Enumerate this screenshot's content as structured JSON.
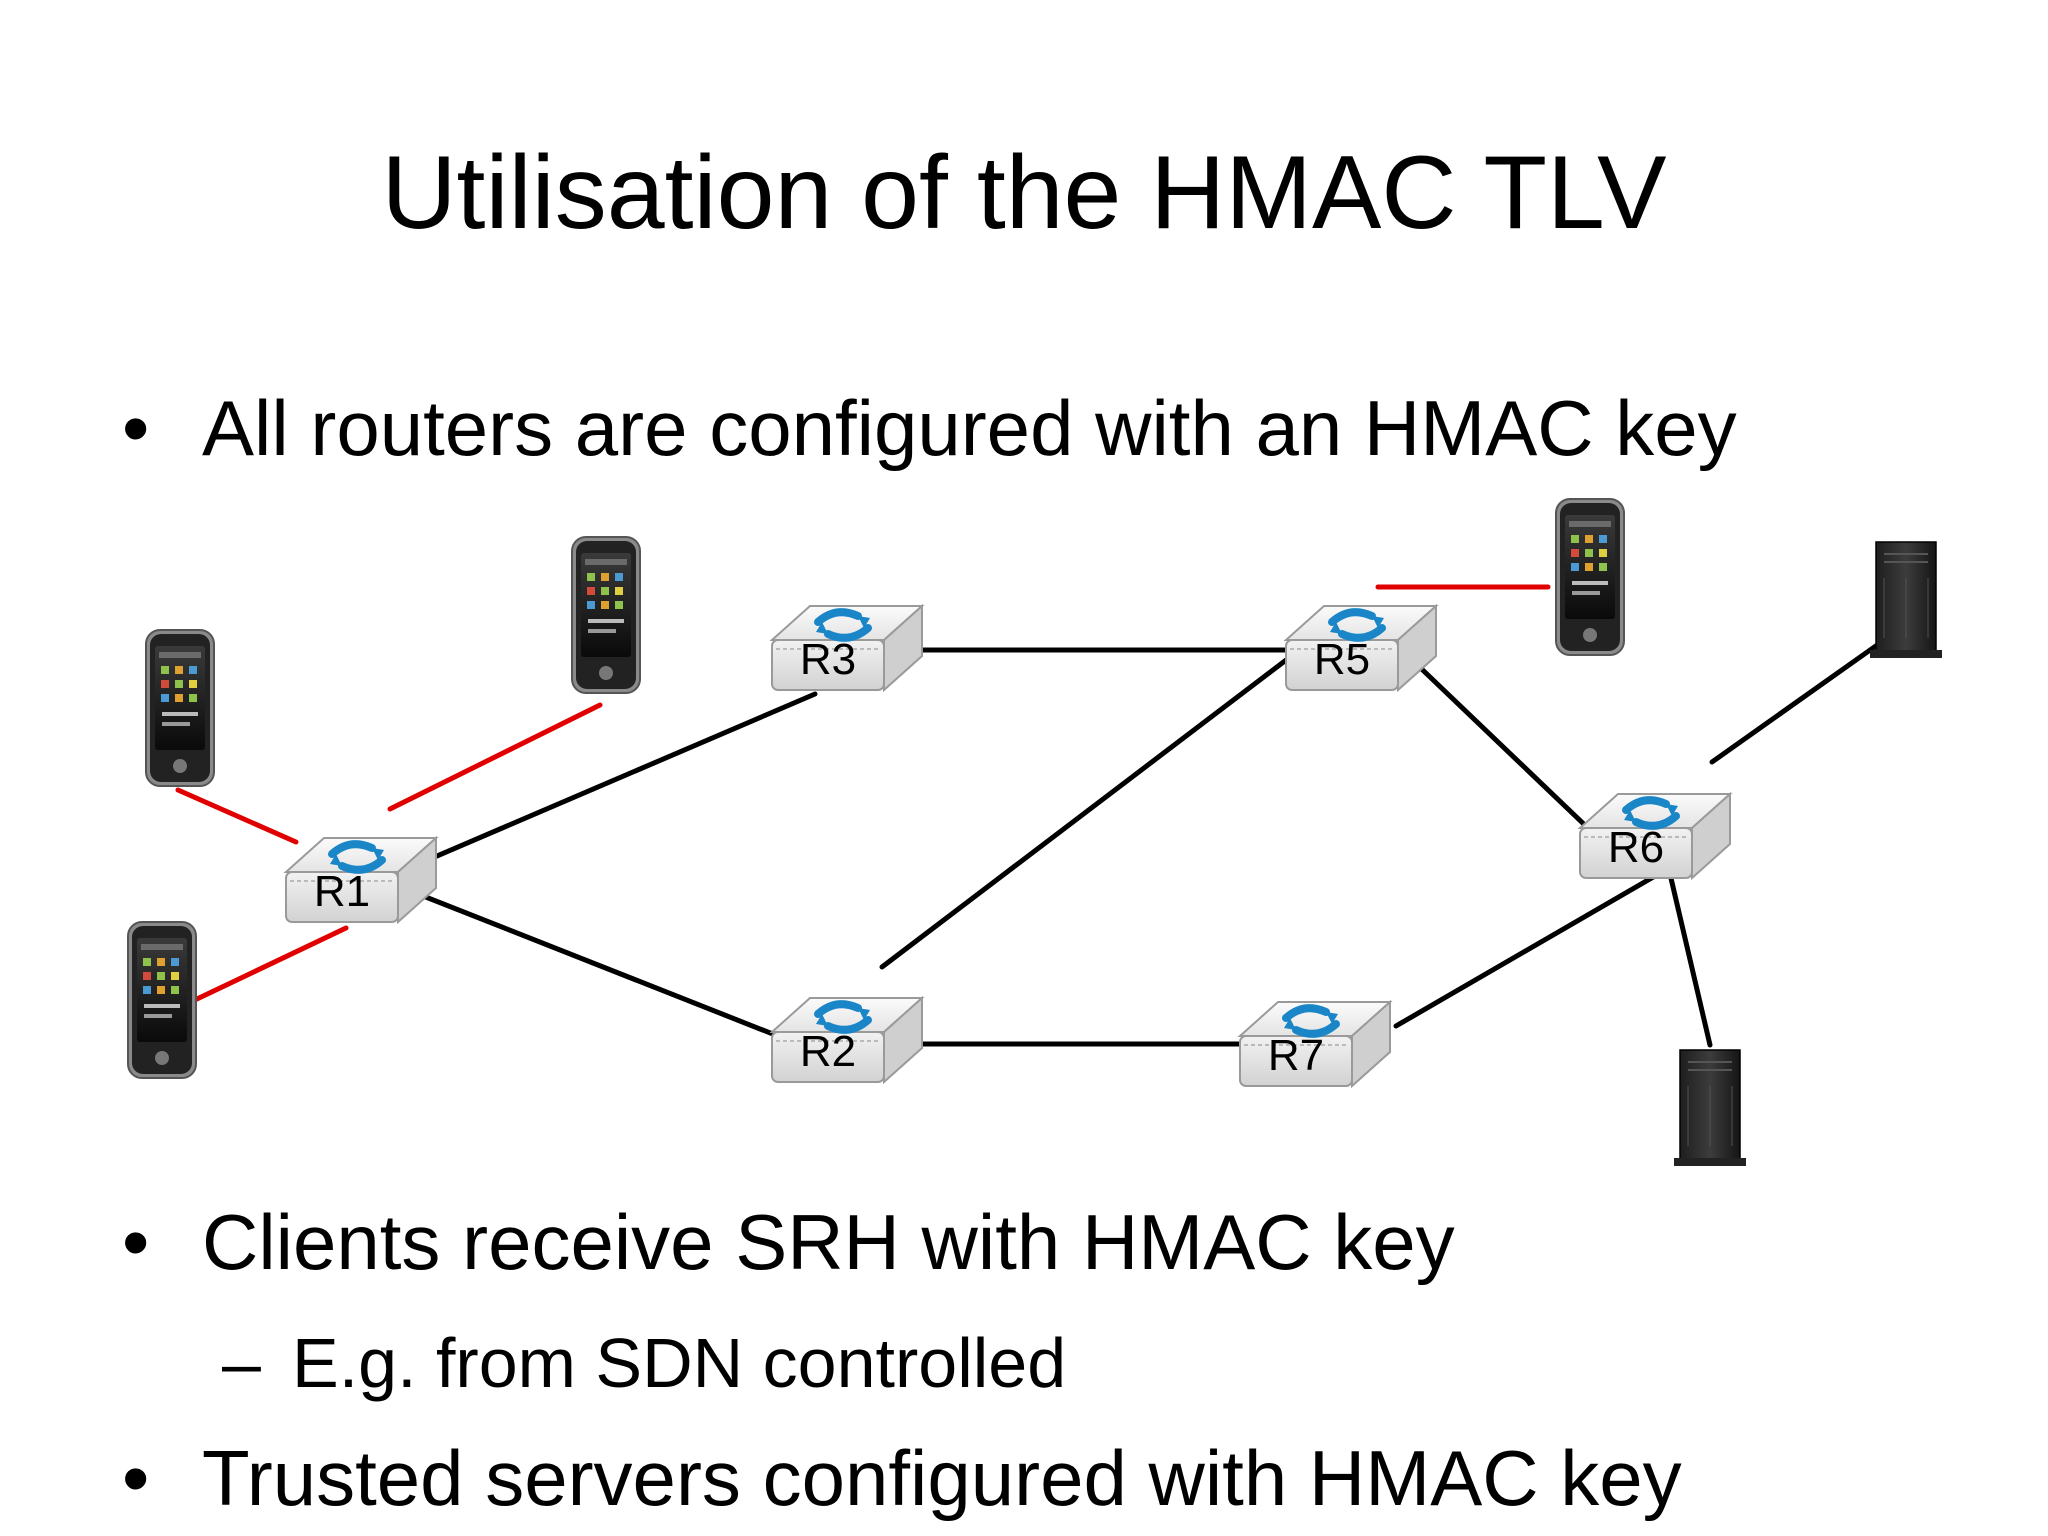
{
  "title": "Utilisation of the HMAC TLV",
  "bullets": [
    {
      "marker": "•",
      "text": "All routers are configured with an HMAC key"
    },
    {
      "marker": "•",
      "text": "Clients receive SRH with HMAC key"
    },
    {
      "marker": "•",
      "text": "Trusted servers configured with HMAC key"
    }
  ],
  "subbullets": [
    {
      "marker": "–",
      "text": "E.g. from SDN controlled"
    }
  ],
  "diagram": {
    "routers": [
      {
        "id": "R1",
        "label": "R1"
      },
      {
        "id": "R2",
        "label": "R2"
      },
      {
        "id": "R3",
        "label": "R3"
      },
      {
        "id": "R5",
        "label": "R5"
      },
      {
        "id": "R6",
        "label": "R6"
      },
      {
        "id": "R7",
        "label": "R7"
      }
    ],
    "link_colors": {
      "trusted": "#000000",
      "client": "#e00000"
    },
    "icons": [
      "router-icon",
      "smartphone-icon",
      "server-icon"
    ]
  }
}
